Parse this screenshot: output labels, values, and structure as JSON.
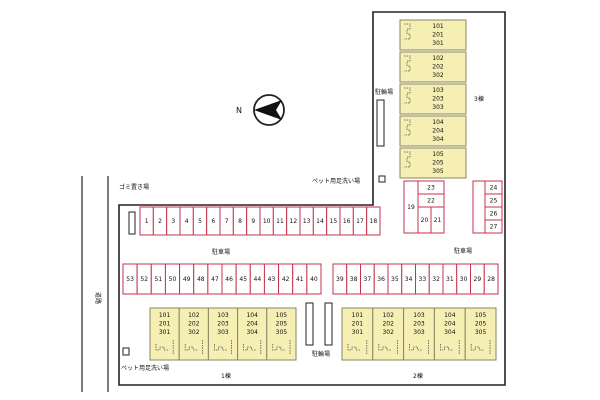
{
  "colors": {
    "building_fill": "#f5efb4",
    "building_stroke": "#8a8463",
    "parking_fill": "#ffffff",
    "parking_stroke": "#c8324b",
    "site_stroke": "#222222"
  },
  "labels": {
    "road": "道路",
    "garbage": "ゴミ置き場",
    "pet_wash_top": "ペット用足洗い場",
    "pet_wash_bottom": "ペット用足洗い場",
    "bicycle_top": "駐輪場",
    "bicycle_bottom": "駐輪場",
    "parking_left": "駐車場",
    "parking_right": "駐車場",
    "building1": "1棟",
    "building2": "2棟",
    "building3": "3棟",
    "north": "N"
  },
  "parking": {
    "row_top": [
      "1",
      "2",
      "3",
      "4",
      "5",
      "6",
      "7",
      "8",
      "9",
      "10",
      "11",
      "12",
      "13",
      "14",
      "15",
      "16",
      "17",
      "18"
    ],
    "row_left": [
      "53",
      "52",
      "51",
      "50",
      "49",
      "48",
      "47",
      "46",
      "45",
      "44",
      "43",
      "42",
      "41",
      "40"
    ],
    "row_right": [
      "39",
      "38",
      "37",
      "36",
      "35",
      "34",
      "33",
      "32",
      "31",
      "30",
      "29",
      "28"
    ],
    "block_a": [
      "19",
      "20",
      "21",
      "22",
      "23"
    ],
    "block_b": [
      "24",
      "25",
      "26",
      "27"
    ]
  },
  "building3_units": [
    [
      "101",
      "201",
      "301"
    ],
    [
      "102",
      "202",
      "302"
    ],
    [
      "103",
      "203",
      "303"
    ],
    [
      "104",
      "204",
      "304"
    ],
    [
      "105",
      "205",
      "305"
    ]
  ],
  "building1_units": [
    [
      "101",
      "201",
      "301"
    ],
    [
      "102",
      "202",
      "302"
    ],
    [
      "103",
      "203",
      "303"
    ],
    [
      "104",
      "204",
      "304"
    ],
    [
      "105",
      "205",
      "305"
    ]
  ],
  "building2_units": [
    [
      "101",
      "201",
      "301"
    ],
    [
      "102",
      "202",
      "302"
    ],
    [
      "103",
      "203",
      "303"
    ],
    [
      "104",
      "204",
      "304"
    ],
    [
      "105",
      "205",
      "305"
    ]
  ]
}
